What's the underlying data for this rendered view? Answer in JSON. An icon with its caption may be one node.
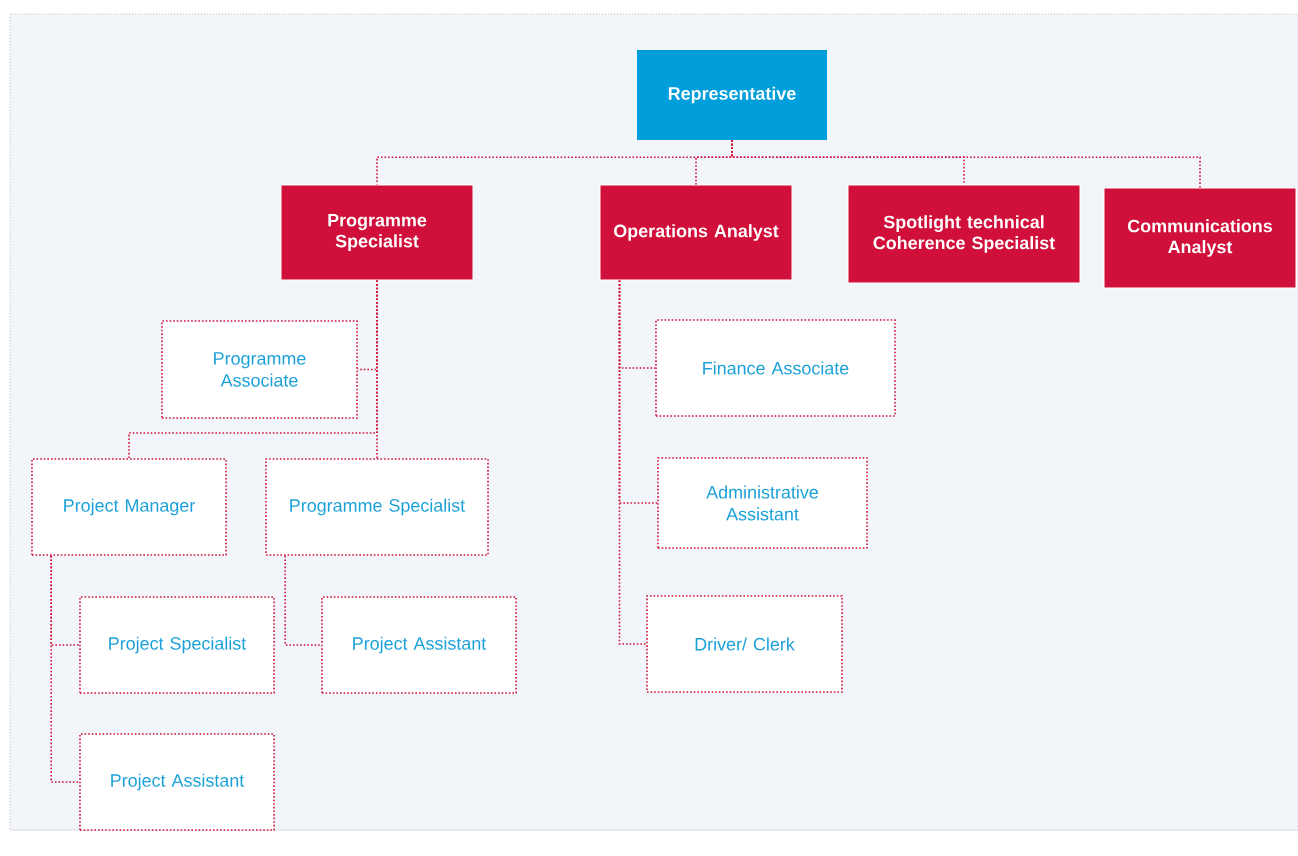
{
  "diagram": {
    "nodes": [
      {
        "text": [
          "Representative"
        ]
      },
      {
        "text": [
          "Programme Specialist"
        ]
      },
      {
        "text": [
          "Operations Analyst"
        ]
      },
      {
        "text": [
          "Spotlight technical Coherence Specialist"
        ]
      },
      {
        "text": [
          "Communications Analyst"
        ]
      },
      {
        "text": [
          "Programme Associate"
        ]
      },
      {
        "text": [
          "Project Manager"
        ]
      },
      {
        "text": [
          "Programme Specialist"
        ]
      },
      {
        "text": [
          "Project Specialist"
        ]
      },
      {
        "text": [
          "Project Assistant"
        ]
      },
      {
        "text": [
          "Project Assistant"
        ]
      },
      {
        "text": [
          "Finance Associate"
        ]
      },
      {
        "text": [
          "Administrative Assistant"
        ]
      },
      {
        "text": [
          "Driver/ Clerk"
        ]
      }
    ],
    "edges": [
      {
        "from": 0,
        "to": 1,
        "arrow": "none"
      },
      {
        "from": 0,
        "to": 2,
        "arrow": "none"
      },
      {
        "from": 0,
        "to": 3,
        "arrow": "none"
      },
      {
        "from": 0,
        "to": 4,
        "arrow": "none"
      },
      {
        "from": 1,
        "to": 5,
        "arrow": "none"
      },
      {
        "from": 1,
        "to": 6,
        "arrow": "none"
      },
      {
        "from": 1,
        "to": 7,
        "arrow": "none"
      },
      {
        "from": 6,
        "to": 8,
        "arrow": "none"
      },
      {
        "from": 6,
        "to": 10,
        "arrow": "none"
      },
      {
        "from": 7,
        "to": 9,
        "arrow": "none"
      },
      {
        "from": 2,
        "to": 11,
        "arrow": "none"
      },
      {
        "from": 2,
        "to": 12,
        "arrow": "none"
      },
      {
        "from": 2,
        "to": 13,
        "arrow": "none"
      }
    ]
  }
}
